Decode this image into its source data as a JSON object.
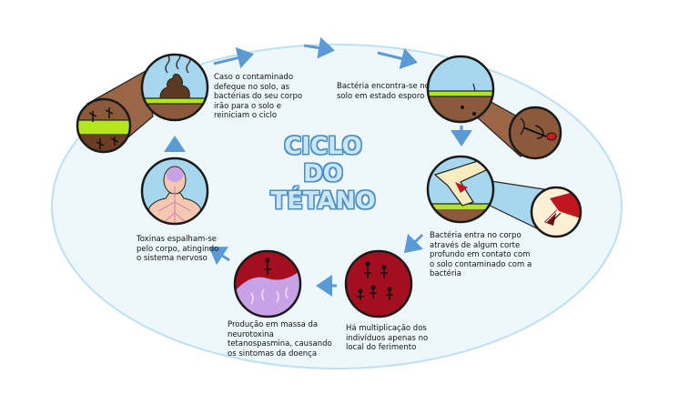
{
  "title": {
    "line1": "CICLO",
    "line2": "DO",
    "line3": "TÉTANO"
  },
  "captions": {
    "defecation": "Caso o contaminado\ndefeque no solo, as\nbactérias do seu corpo\nirão para o solo e\nreiniciam o ciclo",
    "soil_spore": "Bactéria encontra-se no\nsolo em estado esporo",
    "entry": "Bactéria entra no corpo\natravés de algum corte\nprofundo em contato com\no solo contaminado com a\nbactéria",
    "multiplication": "Há multiplicação dos\nindivíduos apenas no\nlocal do ferimento",
    "toxin_production": "Produção em massa da\nneurotoxina\ntetanospasmina, causando\nos sintomas da doença",
    "spread": "Toxinas espalham-se\npelo corpo, atingindo\no sistema nervoso"
  },
  "colors": {
    "ellipse_fill": "#eef8fc",
    "ellipse_stroke": "#bfe0f0",
    "arrow": "#5b9bd5",
    "circle_stroke": "#1a1a1a",
    "sky": "#a6d7ee",
    "soil": "#8b5a3c",
    "grass": "#b5e61d",
    "blood": "#a30f1e",
    "toxin": "#c8a2e6",
    "skin": "#f4c7b0"
  }
}
